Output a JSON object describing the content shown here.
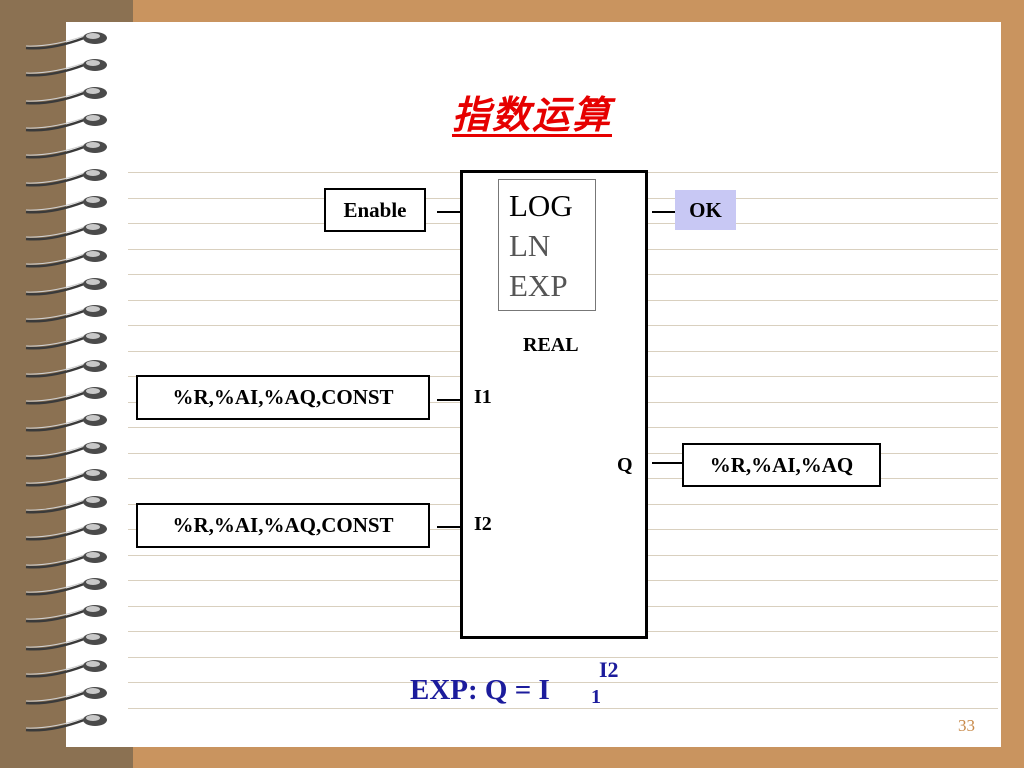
{
  "title": "指数运算",
  "function_block": {
    "functions": [
      "LOG",
      "LN",
      "EXP"
    ],
    "data_type": "REAL",
    "pins": {
      "in1": "I1",
      "in2": "I2",
      "out": "Q"
    }
  },
  "io": {
    "enable": "Enable",
    "ok": "OK",
    "input1": "%R,%AI,%AQ,CONST",
    "input2": "%R,%AI,%AQ,CONST",
    "output": "%R,%AI,%AQ"
  },
  "formula": {
    "text": "EXP:  Q = I",
    "superscript": "I2",
    "subscript": "1"
  },
  "page_number": "33",
  "colors": {
    "title": "#e60000",
    "formula": "#1c1c9c",
    "ok_fill": "#c8c8f4",
    "inactive_func": "#555555",
    "page_number": "#c88a4a",
    "frame": "#c9945f"
  }
}
